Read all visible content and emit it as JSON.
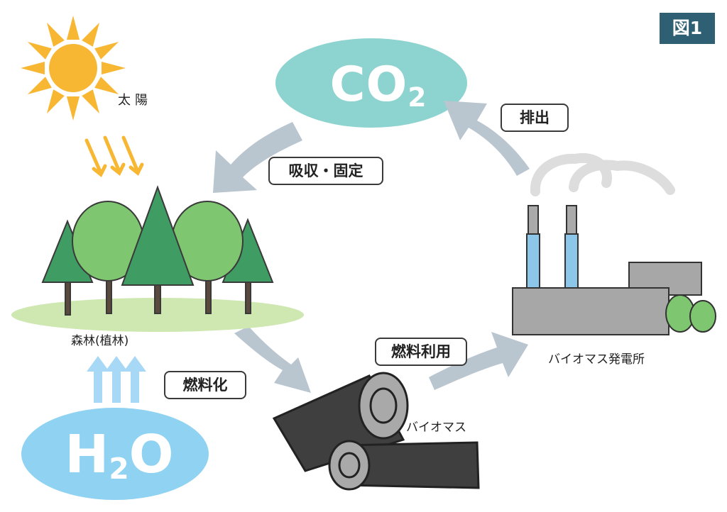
{
  "figure_label": "図1",
  "nodes": {
    "sun": "太陽",
    "co2": {
      "main": "CO",
      "sub": "2"
    },
    "h2o": {
      "main": "H",
      "sub": "2",
      "end": "O"
    },
    "forest": "森林(植林)",
    "biomass": "バイオマス",
    "plant": "バイオマス発電所"
  },
  "flows": {
    "absorb": "吸収・固定",
    "emit": "排出",
    "fuelize": "燃料化",
    "fuel_use": "燃料利用"
  },
  "colors": {
    "badge": "#2f5f72",
    "co2_bubble": "#8dd3cf",
    "h2o_bubble": "#8fd2f2",
    "arrow": "#b9c5cf",
    "sun": "#f7b733",
    "tree_dark": "#3f9c63",
    "tree_light": "#7ec66f",
    "grass": "#cfe7b0",
    "factory": "#a7a7a7",
    "chimney": "#8cc7ea",
    "log": "#3f3f3f",
    "water_arrow": "#a7d9f7"
  }
}
